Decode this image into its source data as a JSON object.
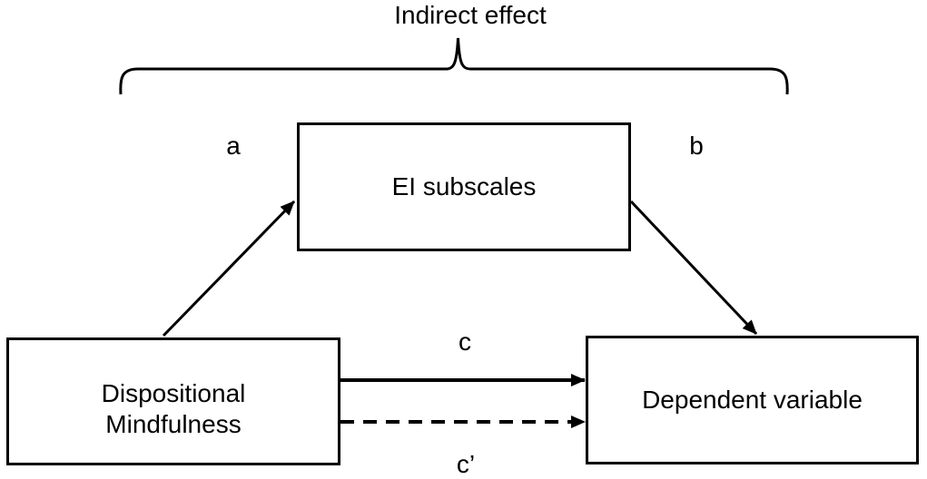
{
  "diagram": {
    "title": "Indirect effect",
    "boxes": {
      "mediator": {
        "label": "EI subscales"
      },
      "independent": {
        "lines": [
          "Dispositional",
          "Mindfulness"
        ]
      },
      "dependent": {
        "label": "Dependent variable"
      }
    },
    "paths": {
      "a": {
        "label": "a",
        "style": "solid-arrow"
      },
      "b": {
        "label": "b",
        "style": "solid-arrow"
      },
      "c": {
        "label": "c",
        "style": "solid-arrow"
      },
      "c_prime": {
        "label": "c’",
        "style": "dashed-arrow"
      }
    },
    "colors": {
      "line": "#000000",
      "background": "#ffffff",
      "text": "#000000"
    }
  }
}
